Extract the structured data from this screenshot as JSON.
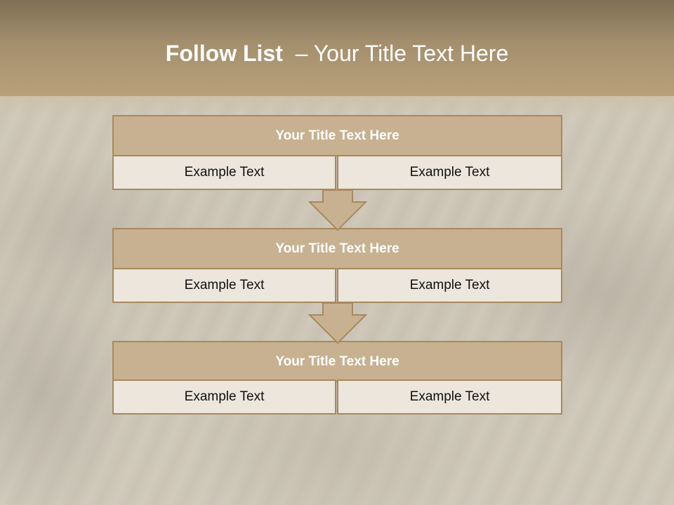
{
  "title": {
    "bold": "Follow List",
    "rest": "– Your Title Text Here"
  },
  "blocks": [
    {
      "heading": "Your Title Text Here",
      "left": "Example Text",
      "right": "Example Text"
    },
    {
      "heading": "Your Title Text Here",
      "left": "Example Text",
      "right": "Example Text"
    },
    {
      "heading": "Your Title Text Here",
      "left": "Example Text",
      "right": "Example Text"
    }
  ],
  "colors": {
    "header": "#a48f6d",
    "block_title_fill": "#c7b190",
    "border": "#a8895e",
    "cell_fill": "#ece6dc"
  },
  "icons": [
    "down-arrow-icon",
    "down-arrow-icon"
  ]
}
